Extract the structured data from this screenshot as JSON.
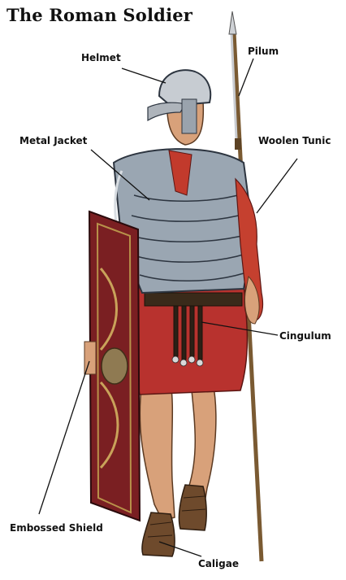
{
  "title": "The Roman Soldier",
  "labels": {
    "helmet": "Helmet",
    "pilum": "Pilum",
    "metal_jacket": "Metal Jacket",
    "woolen_tunic": "Woolen Tunic",
    "cingulum": "Cingulum",
    "embossed_shield": "Embossed Shield",
    "caligae": "Caligae"
  }
}
